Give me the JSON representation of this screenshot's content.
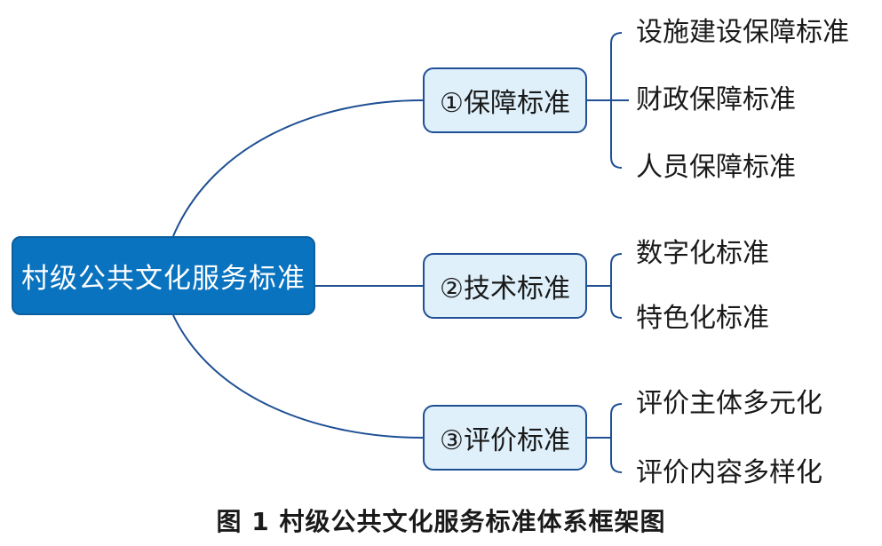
{
  "root": {
    "label": "村级公共文化服务标准"
  },
  "branches": [
    {
      "label": "①保障标准",
      "children": [
        "设施建设保障标准",
        "财政保障标准",
        "人员保障标准"
      ]
    },
    {
      "label": "②技术标准",
      "children": [
        "数字化标准",
        "特色化标准"
      ]
    },
    {
      "label": "③评价标准",
      "children": [
        "评价主体多元化",
        "评价内容多样化"
      ]
    }
  ],
  "caption": "图 1  村级公共文化服务标准体系框架图",
  "colors": {
    "root_fill": "#0a73bf",
    "branch_fill": "#dff0fb",
    "line": "#1f4f94"
  }
}
